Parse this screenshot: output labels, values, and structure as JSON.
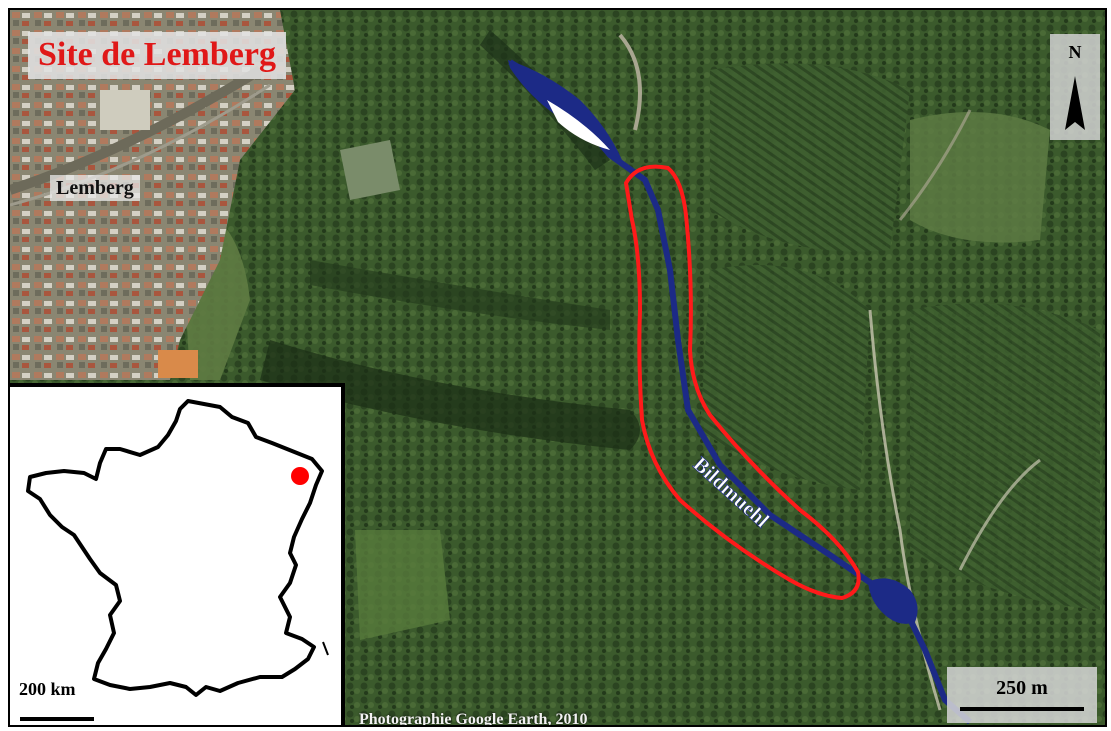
{
  "map": {
    "title": "Site de Lemberg",
    "town_label": "Lemberg",
    "river_label": "Bildmuehl",
    "north_label": "N",
    "scale_label": "250 m",
    "credit": "Photographie Google Earth, 2010",
    "colors": {
      "title": "#e01818",
      "river": "#1c2a86",
      "site_outline": "#ff1a1a",
      "forest": "#344f2a"
    }
  },
  "inset": {
    "scale_label": "200 km",
    "marker_color": "#ff0000"
  }
}
